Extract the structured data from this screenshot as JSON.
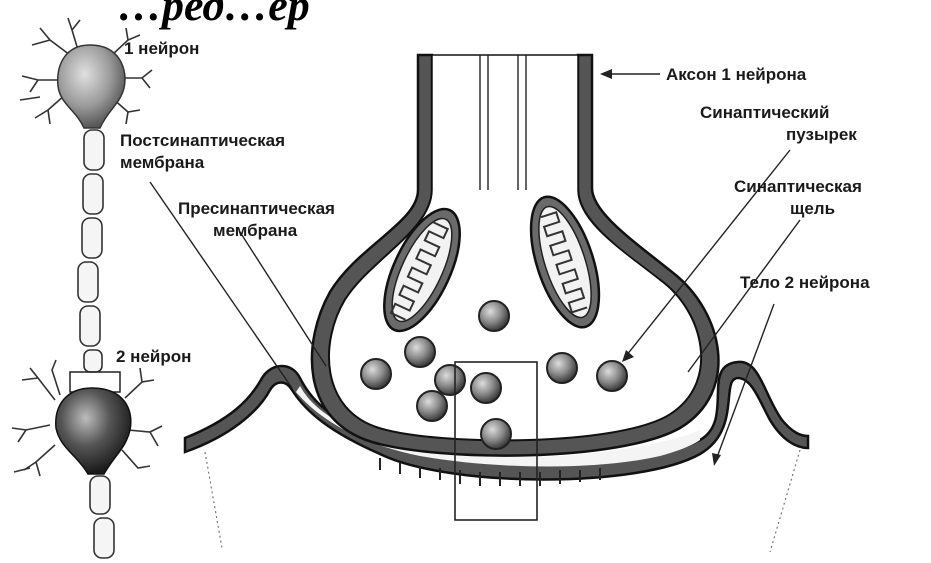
{
  "title": {
    "text": "…ред…ер"
  },
  "labels": {
    "neuron1": "1 нейрон",
    "neuron2": "2 нейрон",
    "axon1": "Аксон 1 нейрона",
    "postsynaptic_line1": "Постсинаптическая",
    "postsynaptic_line2": "мембрана",
    "presynaptic_line1": "Пресинаптическая",
    "presynaptic_line2": "мембрана",
    "vesicle_line1": "Синаптический",
    "vesicle_line2": "пузырек",
    "cleft_line1": "Синаптическая",
    "cleft_line2": "щель",
    "body2": "Тело 2 нейрона"
  },
  "colors": {
    "membrane": "#555555",
    "vesicle": "#777777",
    "neuron1_soma": "#8a8a8a",
    "neuron2_soma": "#3a3a3a"
  }
}
